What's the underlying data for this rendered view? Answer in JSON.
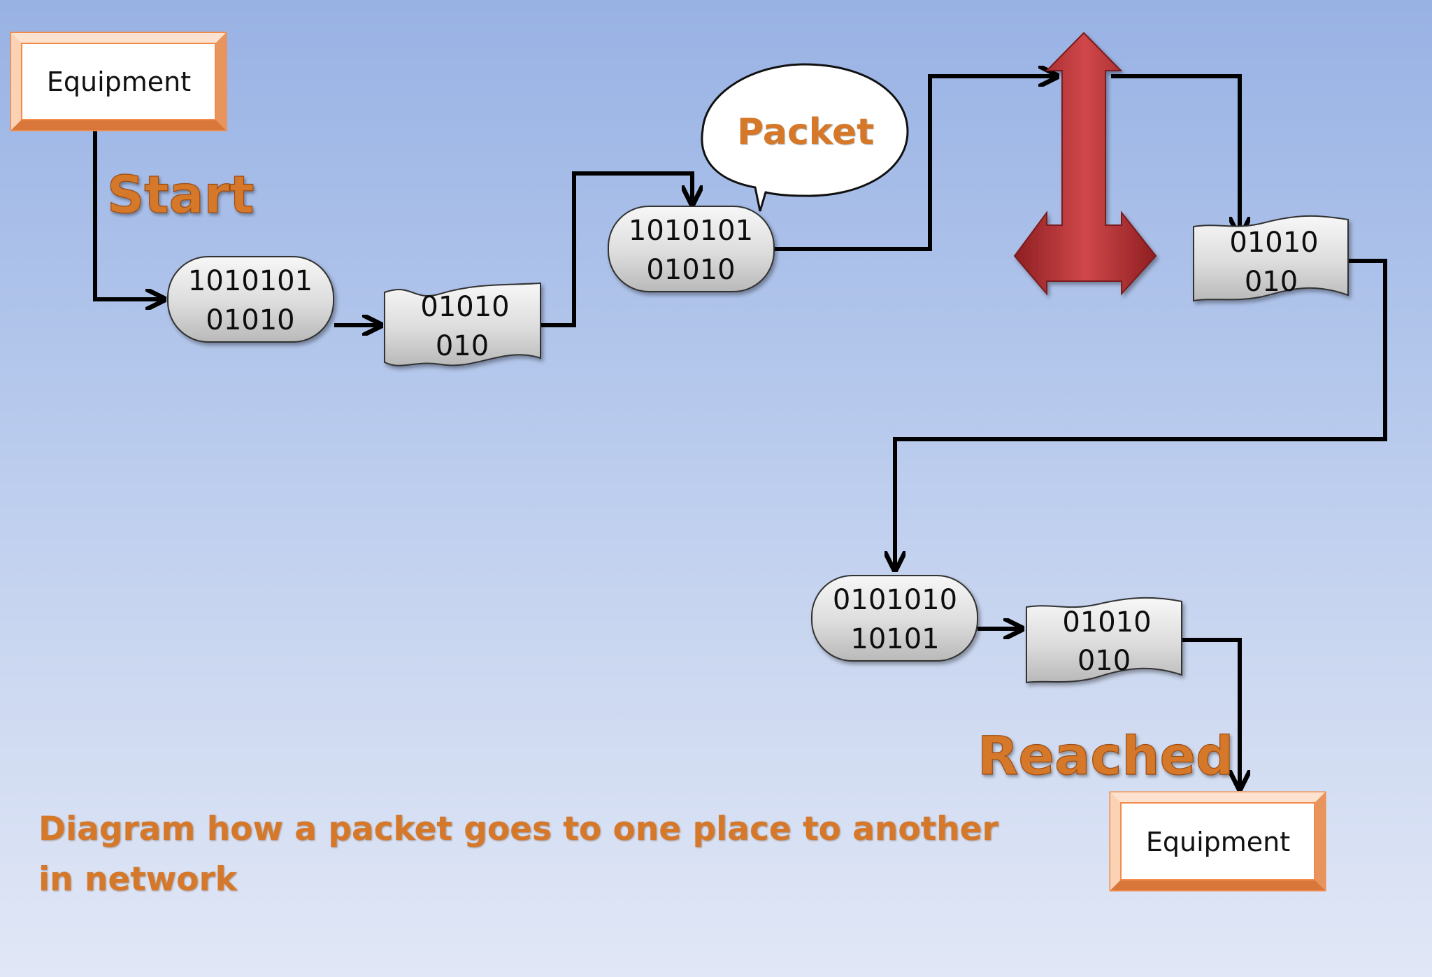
{
  "nodes": {
    "equipment_source": "Equipment",
    "equipment_destination": "Equipment",
    "packet_1": {
      "line1": "1010101",
      "line2": "01010"
    },
    "document_1": {
      "line1": "01010",
      "line2": "010"
    },
    "packet_2": {
      "line1": "1010101",
      "line2": "01010"
    },
    "document_2": {
      "line1": "01010",
      "line2": "010"
    },
    "packet_3": {
      "line1": "0101010",
      "line2": "10101"
    },
    "document_3": {
      "line1": "01010",
      "line2": "010"
    }
  },
  "labels": {
    "start": "Start",
    "packet": "Packet",
    "reached": "Reached"
  },
  "caption": "Diagram how a packet goes to one place to another in network",
  "colors": {
    "accent_orange": "#d5782a",
    "equipment_border": "#f28b4b",
    "router_arrow": "#c33a3a",
    "node_fill": "#dcdcdc",
    "connector": "#000000"
  },
  "icons": {
    "router": "three-way-arrow-icon"
  }
}
